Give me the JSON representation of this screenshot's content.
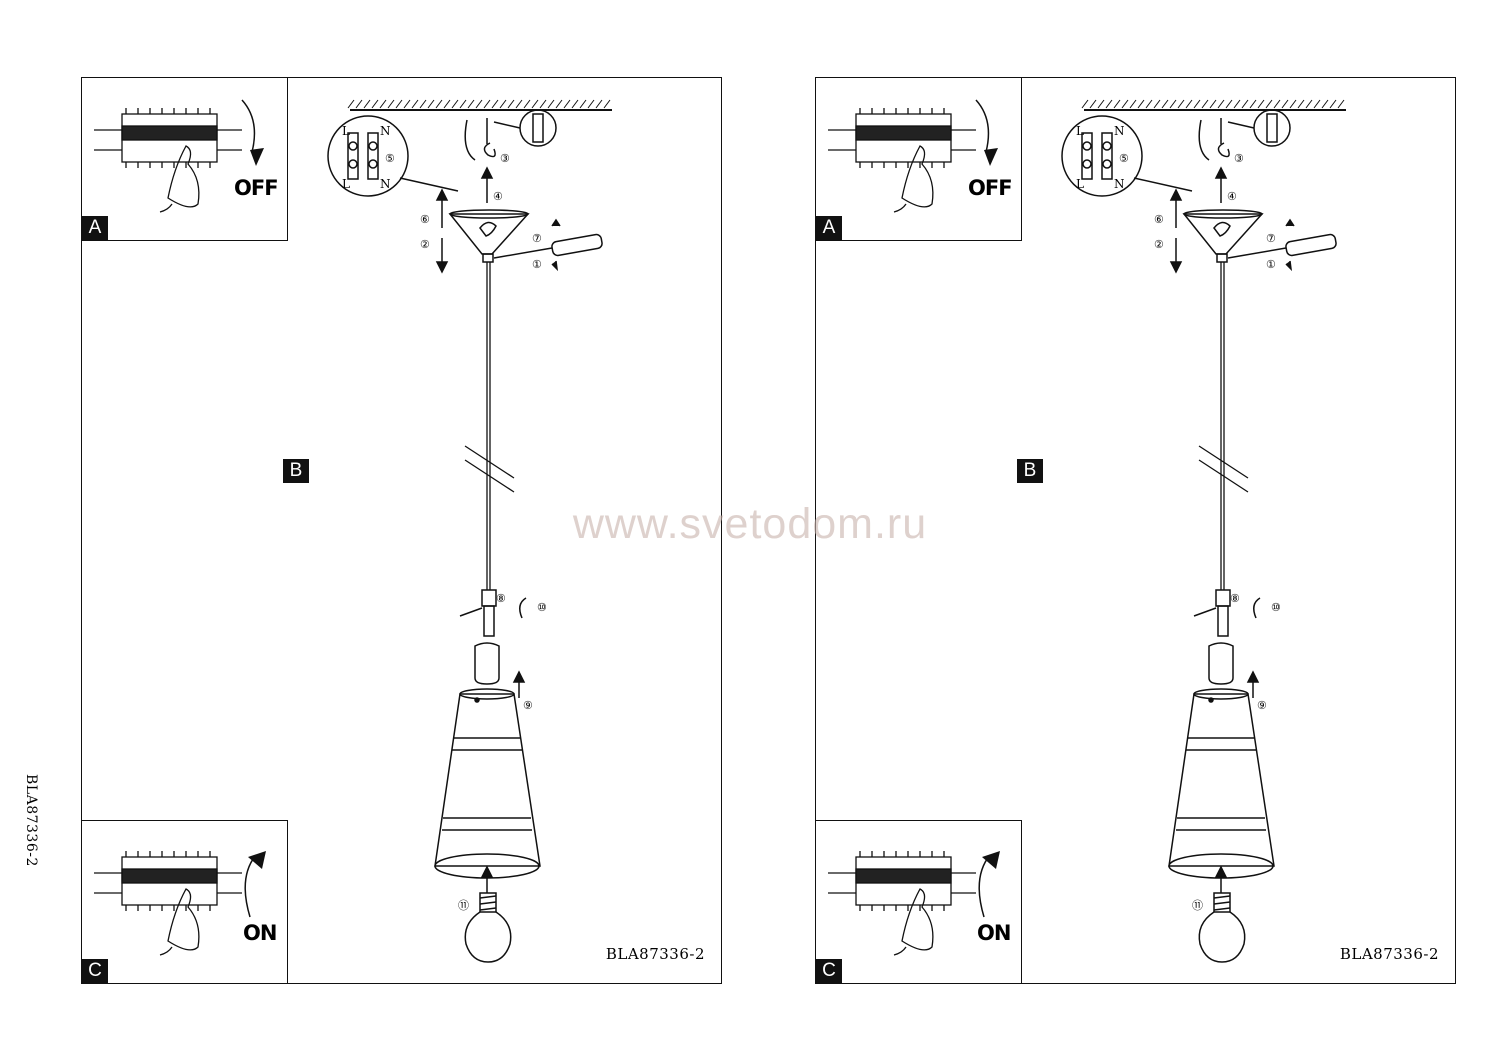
{
  "panels": [
    {
      "tags": {
        "a": "A",
        "b": "B",
        "c": "C"
      },
      "off_label": "OFF",
      "on_label": "ON",
      "code": "BLA87336-2",
      "terminal_labels": {
        "l": "L",
        "n": "N"
      },
      "steps": [
        "①",
        "②",
        "③",
        "④",
        "⑤",
        "⑥",
        "⑦",
        "⑧",
        "⑨",
        "⑩",
        "⑪"
      ]
    },
    {
      "tags": {
        "a": "A",
        "b": "B",
        "c": "C"
      },
      "off_label": "OFF",
      "on_label": "ON",
      "code": "BLA87336-2",
      "terminal_labels": {
        "l": "L",
        "n": "N"
      },
      "steps": [
        "①",
        "②",
        "③",
        "④",
        "⑤",
        "⑥",
        "⑦",
        "⑧",
        "⑨",
        "⑩",
        "⑪"
      ]
    }
  ],
  "side_code": "BLA87336-2",
  "watermark": "www.svetodom.ru"
}
